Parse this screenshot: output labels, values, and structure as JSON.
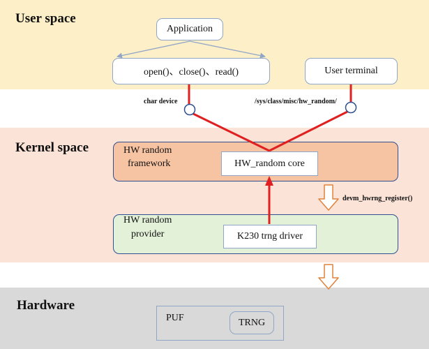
{
  "sections": {
    "user": "User space",
    "kernel": "Kernel space",
    "hardware": "Hardware"
  },
  "user_space": {
    "application": "Application",
    "syscalls": "open()、close()、read()",
    "user_terminal": "User terminal"
  },
  "interfaces": {
    "char_device": "char device",
    "sysfs_path": "/sys/class/misc/hw_random/"
  },
  "kernel_space": {
    "framework_label_line1": "HW random",
    "framework_label_line2": "framework",
    "core": "HW_random core",
    "register_call": "devm_hwrng_register()",
    "provider_label_line1": "HW random",
    "provider_label_line2": "provider",
    "driver": "K230 trng driver"
  },
  "hardware": {
    "puf": "PUF",
    "trng": "TRNG"
  },
  "colors": {
    "user_band": "#fdefc8",
    "kernel_band": "#fbe3d7",
    "hardware_band": "#d9d9d9",
    "framework_fill": "#f6c3a3",
    "provider_fill": "#e3f1d9",
    "data_path": "#e02020",
    "arrow_outline": "#e0823a"
  }
}
